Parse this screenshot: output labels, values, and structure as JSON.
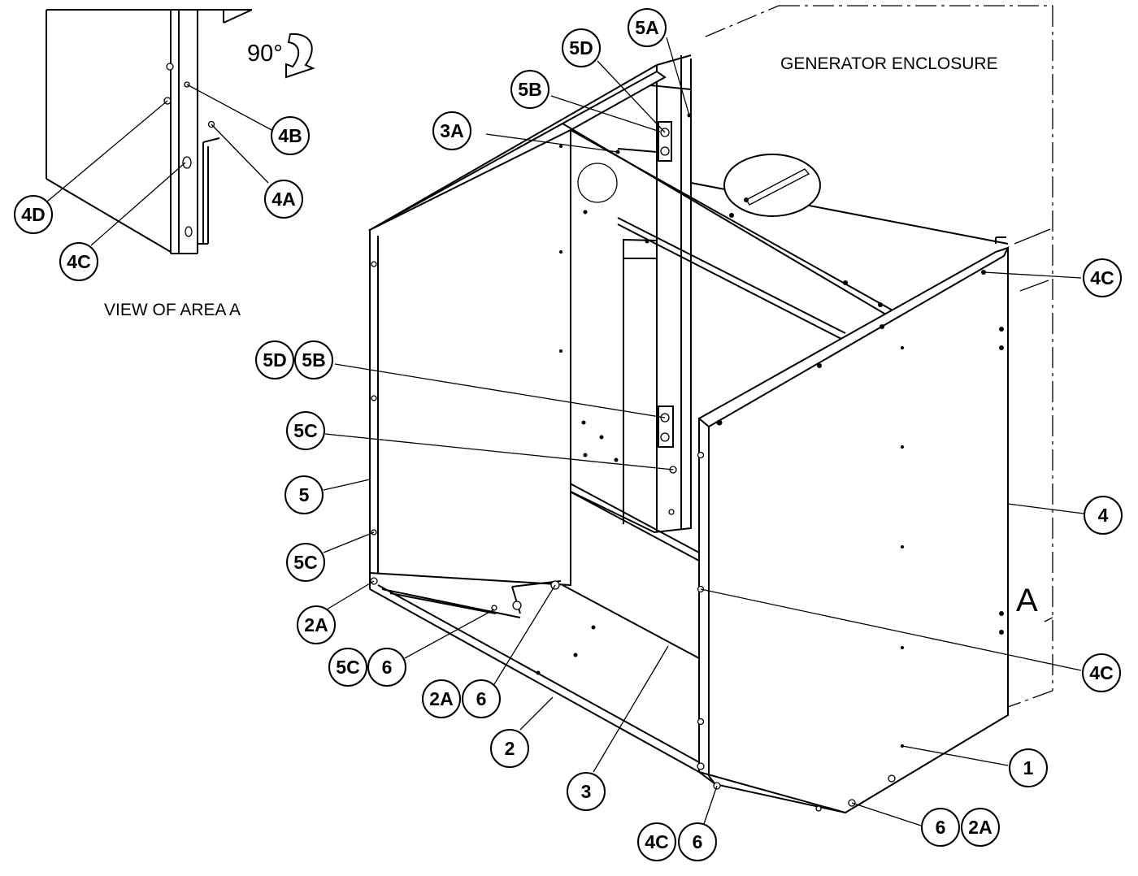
{
  "texts": {
    "generator_enclosure": "GENERATOR ENCLOSURE",
    "view_of_area": "VIEW OF AREA  A",
    "rotation": "90°",
    "area_letter": "A"
  },
  "callouts": {
    "c_5A": "5A",
    "c_5D_top": "5D",
    "c_5B_top": "5B",
    "c_3A": "3A",
    "c_4B": "4B",
    "c_4A": "4A",
    "c_4D": "4D",
    "c_4C_detail": "4C",
    "c_4C_top_right": "4C",
    "c_5D_mid": "5D",
    "c_5B_mid": "5B",
    "c_5C_upper": "5C",
    "c_5": "5",
    "c_4": "4",
    "c_5C_lower": "5C",
    "c_2A_left": "2A",
    "c_4C_mid_right": "4C",
    "c_5C_bottom": "5C",
    "c_6_a": "6",
    "c_2A_mid": "2A",
    "c_6_b": "6",
    "c_2": "2",
    "c_1": "1",
    "c_3": "3",
    "c_6_c": "6",
    "c_2A_right": "2A",
    "c_4C_bottom": "4C",
    "c_6_d": "6"
  }
}
